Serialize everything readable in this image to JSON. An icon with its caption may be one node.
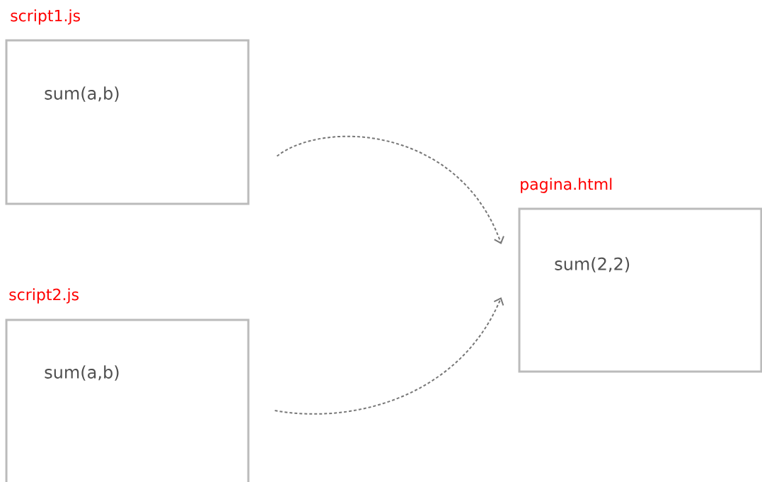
{
  "diagram": {
    "nodes": [
      {
        "text": [
          "script1.js",
          "sum(a,b)"
        ]
      },
      {
        "text": [
          "script2.js",
          "sum(a,b)"
        ]
      },
      {
        "text": [
          "pagina.html",
          "sum(2,2)"
        ]
      }
    ],
    "edges": [
      {
        "from": 0,
        "to": 2,
        "arrow": "to",
        "style": "dashed"
      },
      {
        "from": 1,
        "to": 2,
        "arrow": "to",
        "style": "dashed"
      }
    ]
  }
}
